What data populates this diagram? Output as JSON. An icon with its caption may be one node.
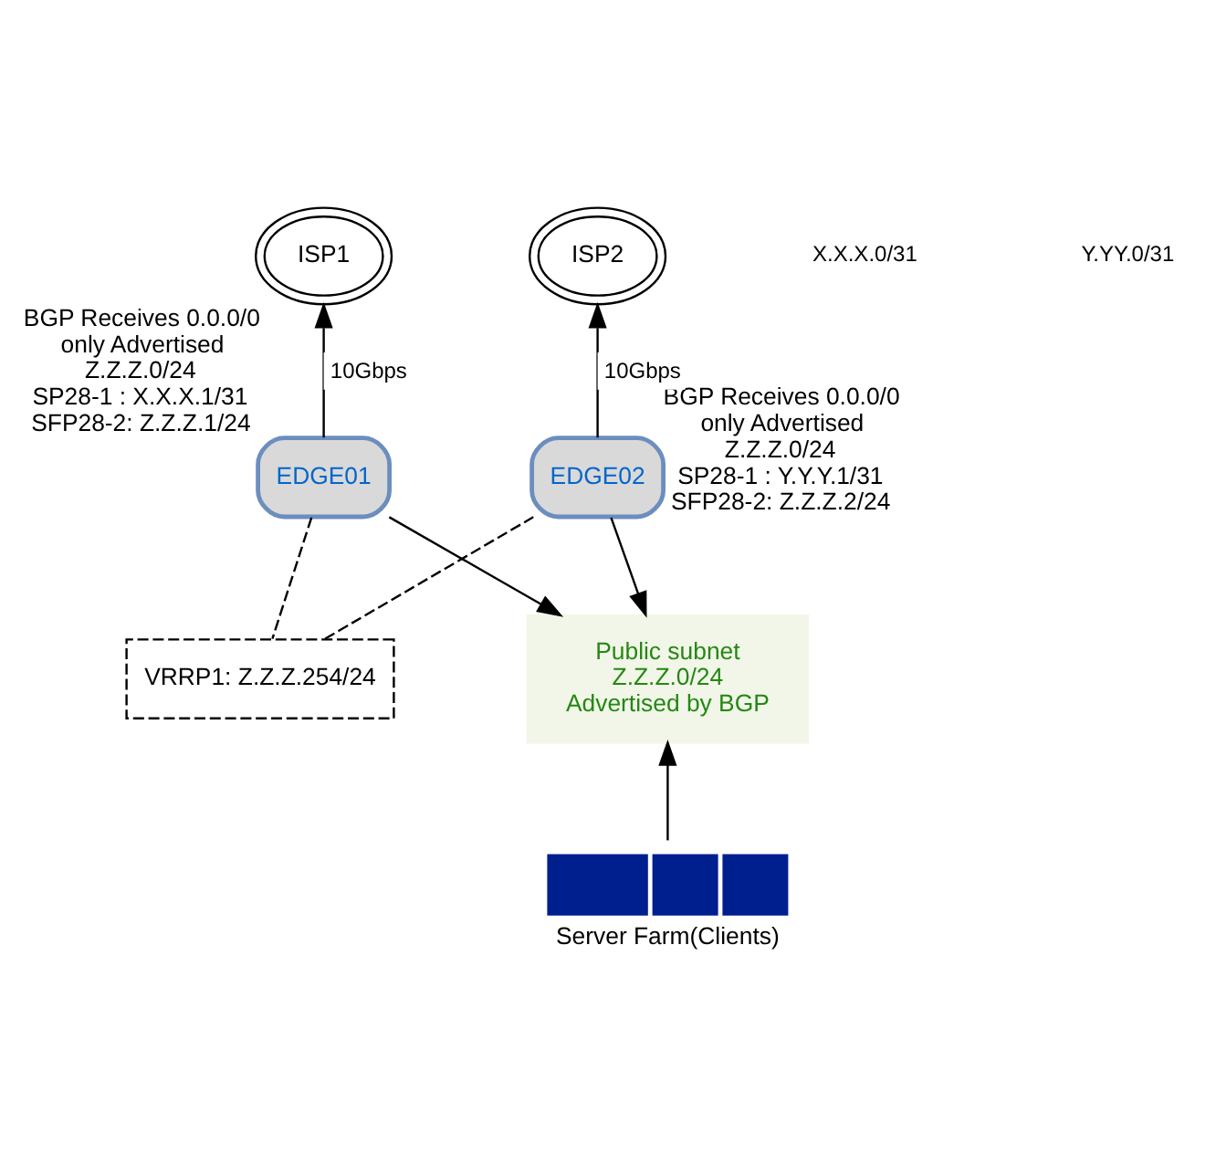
{
  "diagram": {
    "nodes": [
      {
        "text": [
          "ISP1"
        ]
      },
      {
        "text": [
          "ISP2"
        ]
      },
      {
        "text": [
          "EDGE01"
        ],
        "beside": [
          "BGP Receives 0.0.0/0 only Advertised Z.Z.Z.0/24",
          "SP28-1 : X.X.X.1/31",
          "SFP28-2: Z.Z.Z.1/24"
        ]
      },
      {
        "text": [
          "EDGE02"
        ],
        "beside": [
          "BGP Receives 0.0.0/0 only Advertised Z.Z.Z.0/24",
          "SP28-1 : Y.Y.Y.1/31",
          "SFP28-2: Z.Z.Z.2/24"
        ]
      },
      {
        "text": [
          "VRRP1: Z.Z.Z.254/24"
        ]
      },
      {
        "text": [
          "Public subnet Z.Z.Z.0/24 Advertised by BGP"
        ]
      },
      {
        "text": [
          "Server Farm(Clients)"
        ]
      }
    ],
    "edges": [
      {
        "from": 2,
        "to": 0,
        "arrow": "to",
        "label": "10Gbps"
      },
      {
        "from": 3,
        "to": 1,
        "arrow": "to",
        "label": "10Gbps"
      },
      {
        "from": 2,
        "to": 4,
        "arrow": "none",
        "style": "dashed"
      },
      {
        "from": 3,
        "to": 4,
        "arrow": "none",
        "style": "dashed"
      },
      {
        "from": 2,
        "to": 5,
        "arrow": "to"
      },
      {
        "from": 3,
        "to": 5,
        "arrow": "to"
      },
      {
        "from": 6,
        "to": 5,
        "arrow": "to"
      }
    ],
    "labels": [
      "X.X.X.0/31",
      "Y.YY.0/31"
    ]
  }
}
